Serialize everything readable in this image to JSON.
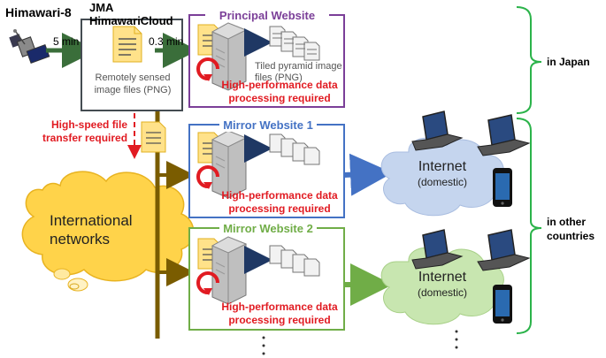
{
  "satellite": {
    "label": "Himawari-8"
  },
  "cloud_box": {
    "title": "JMA\nHimawariCloud",
    "files_label": "Remotely sensed\nimage files (PNG)"
  },
  "links": {
    "sat_to_cloud": "5 min",
    "cloud_to_principal": "0.3 min"
  },
  "principal": {
    "title": "Principal Website",
    "tiles_label": "Tiled pyramid image\nfiles (PNG)",
    "processing": "High-performance data\nprocessing required"
  },
  "transfer": {
    "label": "High-speed file\ntransfer required"
  },
  "mirror1": {
    "title": "Mirror Website 1",
    "processing": "High-performance data\nprocessing required"
  },
  "mirror2": {
    "title": "Mirror Website 2",
    "processing": "High-performance data\nprocessing required"
  },
  "networks": {
    "label": "International\nnetworks"
  },
  "internet1": {
    "title": "Internet",
    "sub": "(domestic)"
  },
  "internet2": {
    "title": "Internet",
    "sub": "(domestic)"
  },
  "regions": {
    "japan": "in Japan",
    "other": "in other\ncountries"
  },
  "colors": {
    "principal": "#7b3f98",
    "mirror1": "#4472c4",
    "mirror2": "#70ad47",
    "backbone": "#7a5c00",
    "satlink": "#3a6e3a",
    "bracket": "#2bb34a",
    "red": "#e11b22",
    "cloud_yellow": "#ffd34a",
    "cloud_blue": "#c5d5ee",
    "cloud_green": "#c8e6b0"
  }
}
